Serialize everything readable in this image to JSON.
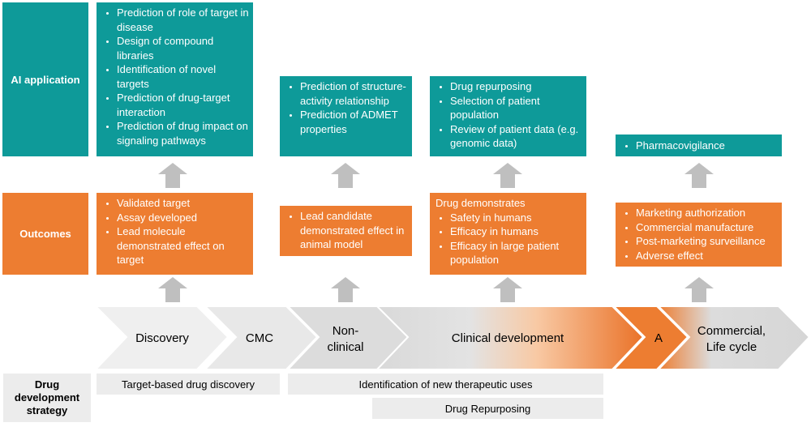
{
  "rows": {
    "ai_label": "AI application",
    "outcomes_label": "Outcomes",
    "strategy_label": "Drug development strategy"
  },
  "ai": {
    "discovery": [
      "Prediction of role of target in disease",
      "Design of compound libraries",
      "Identification of novel targets",
      "Prediction of drug-target interaction",
      "Prediction of drug impact on signaling pathways"
    ],
    "nonclinical": [
      "Prediction of structure-activity relationship",
      "Prediction of ADMET properties"
    ],
    "clinical": [
      "Drug repurposing",
      "Selection of patient population",
      "Review of patient data (e.g. genomic data)"
    ],
    "commercial": [
      "Pharmacovigilance"
    ]
  },
  "outcomes": {
    "discovery": [
      "Validated target",
      "Assay developed",
      "Lead molecule demonstrated effect on target"
    ],
    "nonclinical": [
      "Lead candidate demonstrated effect in animal model"
    ],
    "clinical_lead": "Drug demonstrates",
    "clinical": [
      "Safety in humans",
      "Efficacy in humans",
      "Efficacy in large patient population"
    ],
    "commercial": [
      "Marketing authorization",
      "Commercial manufacture",
      "Post-marketing surveillance",
      "Adverse effect"
    ]
  },
  "stages": {
    "discovery": "Discovery",
    "cmc": "CMC",
    "nonclinical_1": "Non-",
    "nonclinical_2": "clinical",
    "clinical": "Clinical development",
    "a": "A",
    "commercial_1": "Commercial,",
    "commercial_2": "Life cycle"
  },
  "strategies": {
    "target_based": "Target-based drug discovery",
    "new_uses": "Identification of new therapeutic uses",
    "repurposing": "Drug Repurposing"
  },
  "colors": {
    "teal": "#0e9a99",
    "orange": "#ed7d31",
    "arrow_gray": "#bfbfbf",
    "chevron_light": "#efefef",
    "chevron_mid": "#dcdcdc"
  }
}
